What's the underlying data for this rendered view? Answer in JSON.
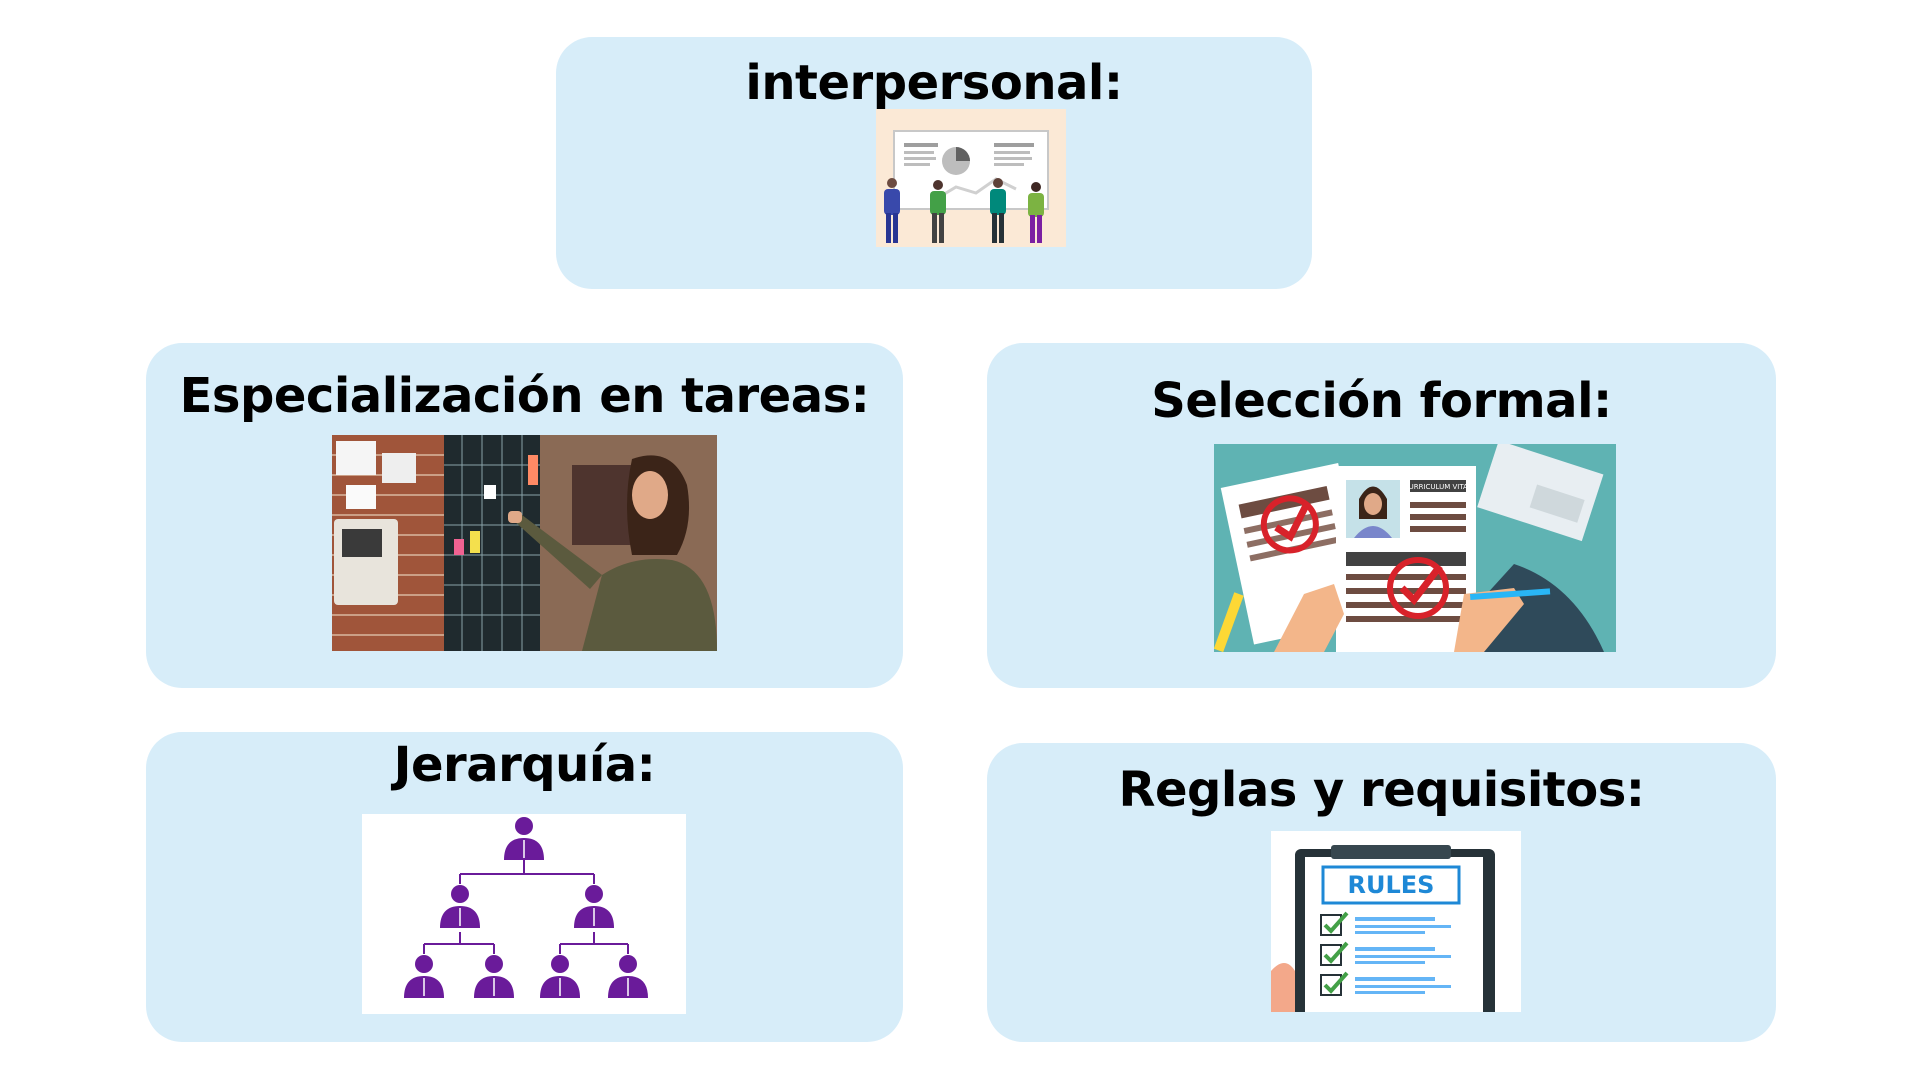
{
  "cards": {
    "interpersonal": {
      "title": "interpersonal:",
      "image": "presentation-meeting-illustration"
    },
    "especializacion": {
      "title": "Especialización en tareas:",
      "image": "woman-at-task-board-photo"
    },
    "seleccion": {
      "title": "Selección formal:",
      "image": "curriculum-vitae-review-illustration",
      "image_text": "CURRICULUM VITAE"
    },
    "jerarquia": {
      "title": "Jerarquía:",
      "image": "org-chart-hierarchy-icon"
    },
    "reglas": {
      "title": "Reglas y requisitos:",
      "image": "rules-checklist-clipboard-illustration",
      "image_text": "RULES"
    }
  },
  "colors": {
    "card_background": "#d7edf9",
    "hierarchy_purple": "#6a1b9a",
    "cv_background": "#5fb3b3",
    "check_red": "#d8222a",
    "rules_blue": "#1e88d6"
  }
}
